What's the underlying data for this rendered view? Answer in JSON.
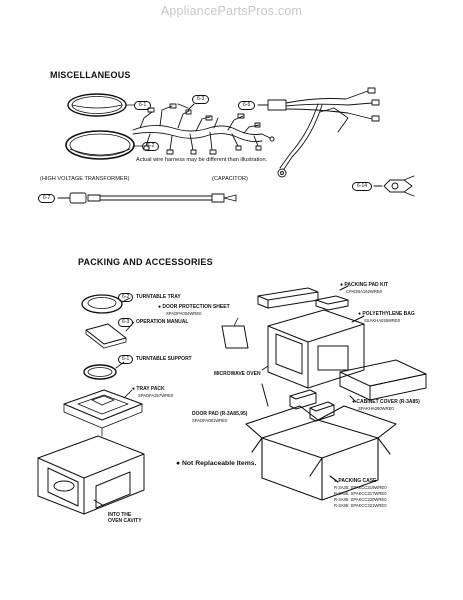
{
  "watermark": "AppliancePartsPros.com",
  "misc": {
    "heading": "MISCELLANEOUS",
    "callouts": [
      "6-1",
      "6-2",
      "6-3",
      "6-6",
      "6-7",
      "6-14"
    ],
    "harness_note": "Actual wire harness may be different than illustration.",
    "hv_transformer_label": "(HIGH VOLTAGE TRANSFORMER)",
    "capacitor_label": "(CAPACITOR)"
  },
  "packing": {
    "heading": "PACKING AND ACCESSORIES",
    "turntable_tray": {
      "callout": "6-2",
      "label": "TURNTABLE TRAY"
    },
    "door_sheet": {
      "label": "● DOOR PROTECTION SHEET",
      "code": "SPADPA004WRE0"
    },
    "manual": {
      "callout": "6-3",
      "label": "OPERATION MANUAL"
    },
    "support": {
      "callout": "6-1",
      "label": "TURNTABLE SUPPORT"
    },
    "tray_pack": {
      "label": "● TRAY PACK",
      "code": "SPADFA257WRE0"
    },
    "pad_kit": {
      "label": "● PACKING PAD KIT",
      "code": "CPADBA162WRE0"
    },
    "poly_bag": {
      "label": "● POLYETHYLENE BAG",
      "code": "SSAKHA026WRE0"
    },
    "microwave_label": "MICROWAVE OVEN",
    "door_pad": {
      "label": "DOOR PAD (R-3A85,95)",
      "code": "SPADFA081WRE0"
    },
    "cabinet_cover": {
      "label": "● CABINET COVER (R-3A85)",
      "code": "SPAKHA080WRE0"
    },
    "into_cavity": [
      "INTO THE",
      "OVEN CAVITY"
    ],
    "not_replaceable": "● Not Replaceable Items.",
    "packing_case": {
      "label": "● PACKING CASE",
      "lines": [
        "R-3A35: SPAKCC319WRE0",
        "R-3A65: SPAKCC317WRE0",
        "R-3A85: SPAKCC320WRE0",
        "R-3A95: SPAKCC321WRE0"
      ]
    }
  }
}
